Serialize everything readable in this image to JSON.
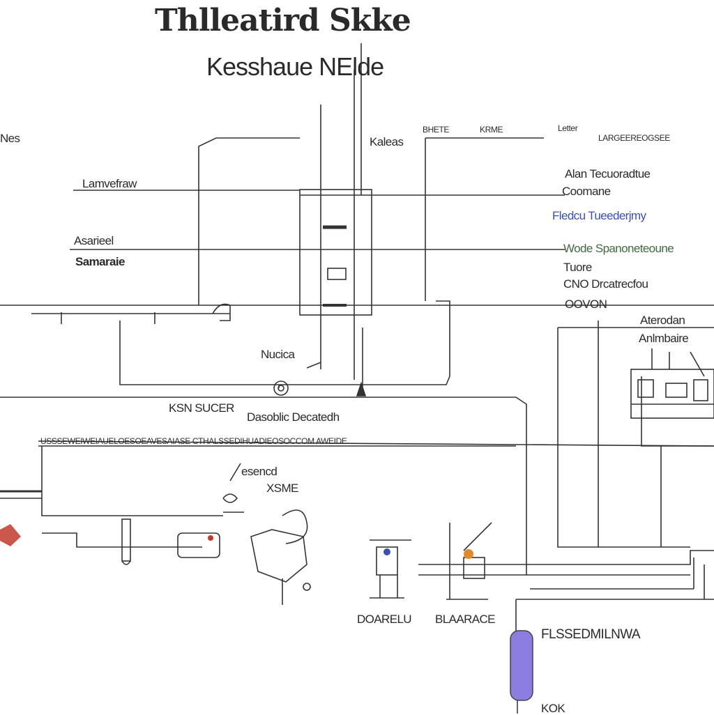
{
  "title": {
    "line1": "Thlleatird Skke",
    "line2": "Kesshaue NElde"
  },
  "labels": {
    "left_nes": "Nes",
    "lamvefraw": "Lamvefraw",
    "asarieel": "Asarieel",
    "samaraie": "Samaraie",
    "kaleas": "Kaleas",
    "top_tag_1": "BHETE",
    "top_tag_2": "KRME",
    "top_right_tag": "Letter",
    "top_right_code": "LARGEEREOGSEE",
    "alan_tecuoradtue": "Alan Tecuoradtue",
    "coomane": "Coomane",
    "fledcu_tuederjmy": "Fledcu Tueederjmy",
    "wode_spanoneteoune": "Wode Spanoneteoune",
    "tuore": "Tuore",
    "cno_drcatrectu": "CNO Drcatrecfou",
    "oovon": "OOVON",
    "aterodan": "Aterodan",
    "anlmbaire": "Anlmbaire",
    "nucica": "Nucica",
    "ksn_sucer": "KSN SUCER",
    "dasoblic_decatedh": "Dasoblic Decatedh",
    "long_rule_text": "USSSEWEIWEIAUELOESOEAVESAIASE  CTHALSSEDIHUADIEOSOCCOM  AWEIDE",
    "esencd": "esencd",
    "xsme": "XSME",
    "dodarelu": "DOARELU",
    "dlaarace": "BLAARACE",
    "bottom_right_text": "FLSSEDMILNWA",
    "bottom_code": "KOK"
  },
  "colors": {
    "line": "#333333",
    "accent_purple": "#8c7ee0",
    "accent_red": "#c0392b",
    "accent_orange": "#e08a2c",
    "accent_blue": "#3b4fb0"
  }
}
